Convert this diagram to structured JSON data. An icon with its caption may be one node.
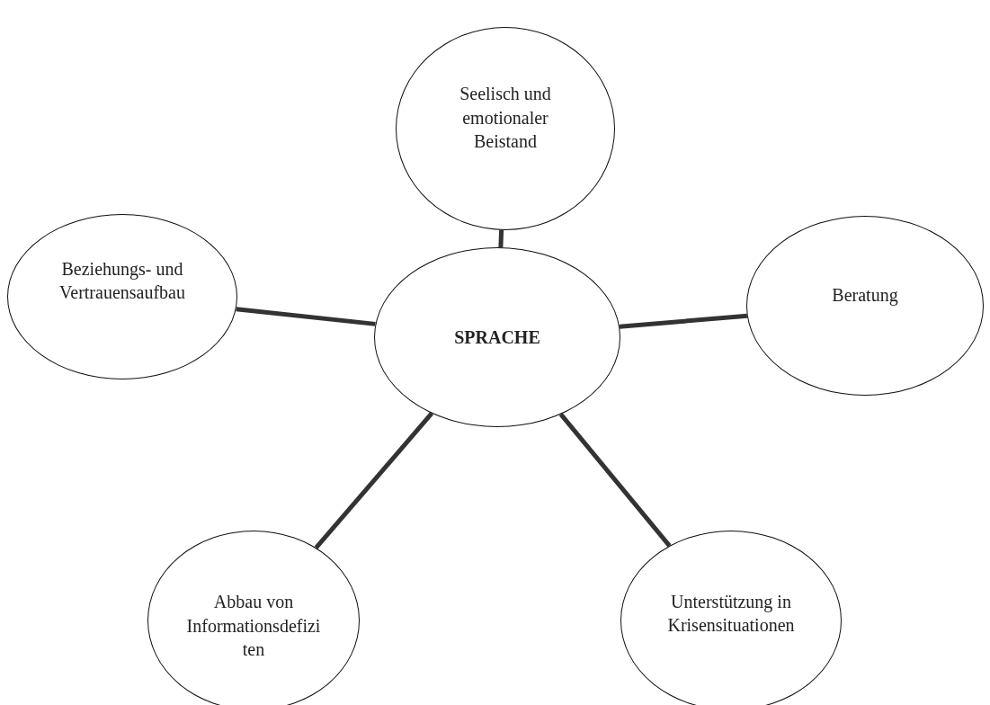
{
  "diagram": {
    "nodes": [
      {
        "text": [
          "Seelisch und emotionaler Beistand"
        ]
      },
      {
        "text": [
          "Beziehungs- und Vertrauensaufbau"
        ]
      },
      {
        "text": [
          "Beratung"
        ]
      },
      {
        "text": [
          "SPRACHE"
        ]
      },
      {
        "text": [
          "Abbau von Informationsdefizi ten"
        ]
      },
      {
        "text": [
          "Unterstützung in Krisensituationen"
        ]
      }
    ],
    "edges": [
      {
        "from": 3,
        "to": 0,
        "arrow": "none"
      },
      {
        "from": 3,
        "to": 1,
        "arrow": "none"
      },
      {
        "from": 3,
        "to": 2,
        "arrow": "none"
      },
      {
        "from": 3,
        "to": 4,
        "arrow": "none"
      },
      {
        "from": 3,
        "to": 5,
        "arrow": "none"
      }
    ]
  }
}
